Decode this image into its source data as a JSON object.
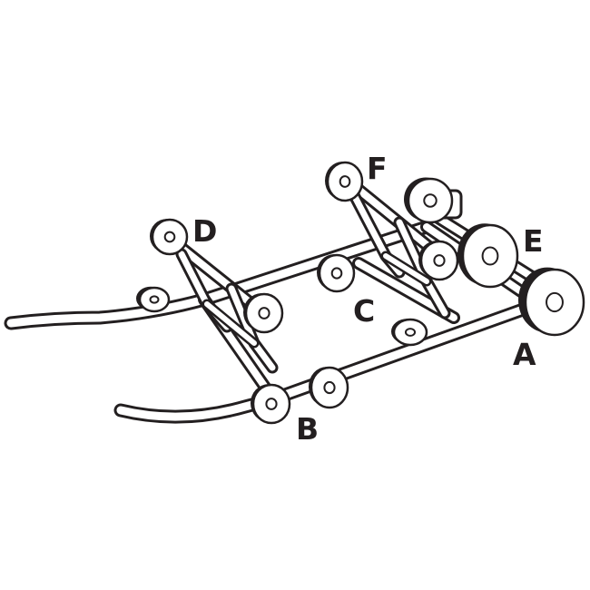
{
  "diagram": {
    "labels": {
      "a": "A",
      "b": "B",
      "c": "C",
      "d": "D",
      "e": "E",
      "f": "F"
    },
    "colors": {
      "stroke": "#231f20",
      "fill": "#ffffff",
      "background": "#ffffff"
    }
  }
}
